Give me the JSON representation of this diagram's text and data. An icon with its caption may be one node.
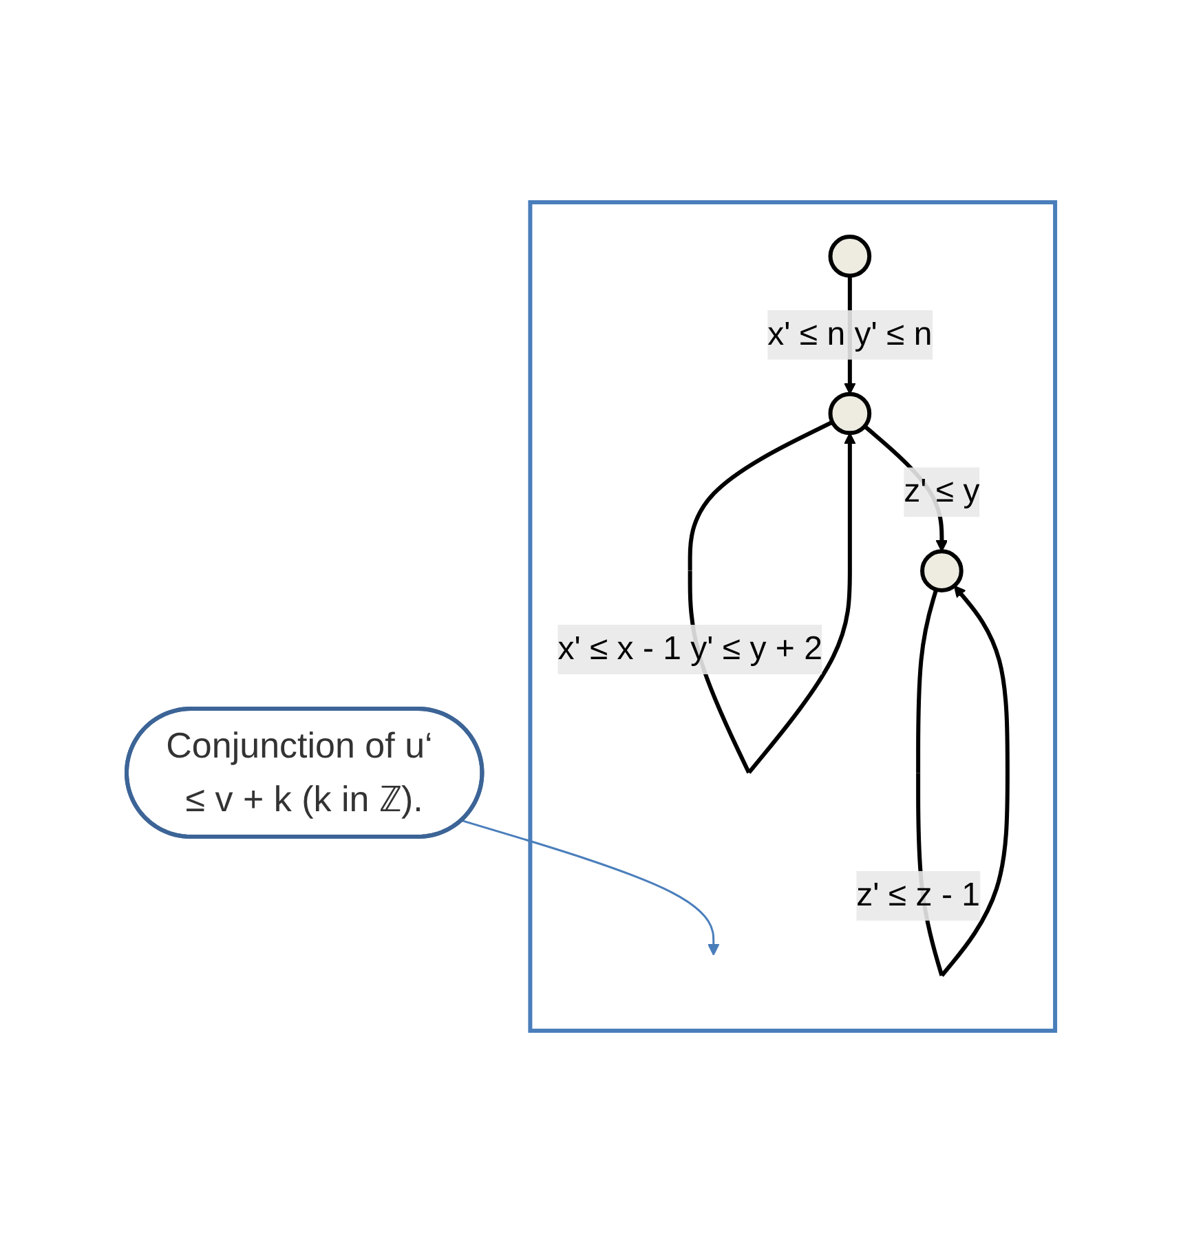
{
  "diagram": {
    "nodes": [
      {
        "text": [
          "Conjunction of u‘ ≤ v + k (k in ℤ)."
        ]
      },
      {
        "text": [],
        "shape": "box"
      },
      {
        "text": [],
        "shape": "circle",
        "in": 1
      },
      {
        "text": [],
        "shape": "circle",
        "in": 1
      },
      {
        "text": [],
        "shape": "circle",
        "in": 1
      }
    ],
    "edges": [
      {
        "from": 2,
        "to": 3,
        "arrow": "to",
        "label": "x' ≤ n y' ≤ n"
      },
      {
        "from": 3,
        "to": 3,
        "arrow": "to",
        "label": "x' ≤ x - 1 y' ≤ y + 2"
      },
      {
        "from": 3,
        "to": 4,
        "arrow": "to",
        "label": "z' ≤ y"
      },
      {
        "from": 4,
        "to": 4,
        "arrow": "to",
        "label": "z' ≤ z - 1"
      },
      {
        "from": 0,
        "to": null,
        "arrow": "to",
        "color": "#4a7ebb"
      }
    ]
  }
}
